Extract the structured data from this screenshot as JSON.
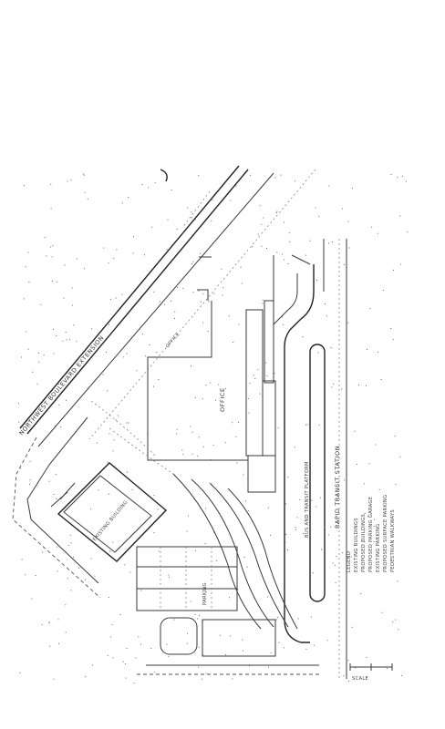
{
  "labels": {
    "road_diagonal": "NORTHWEST BOULEVARD EXTENSION",
    "office_building": "OFFICE",
    "office_bldg_top": "OFFICE",
    "existing_building": "EXISTING BUILDING",
    "rapid_transit": "RAPID TRANSIT STATION",
    "busway": "BUS AND TRANSIT PLATFORM",
    "center_parking": "PARKING",
    "scale_label": "SCALE"
  },
  "legend": {
    "lines": [
      "LEGEND",
      "EXISTING BUILDINGS",
      "PROPOSED BUILDINGS",
      "PROPOSED PARKING GARAGE",
      "EXISTING PARKING",
      "PROPOSED SURFACE PARKING",
      "PEDESTRIAN WALKWAYS"
    ]
  },
  "colors": {
    "ink": "#333333",
    "paper": "#ffffff"
  }
}
